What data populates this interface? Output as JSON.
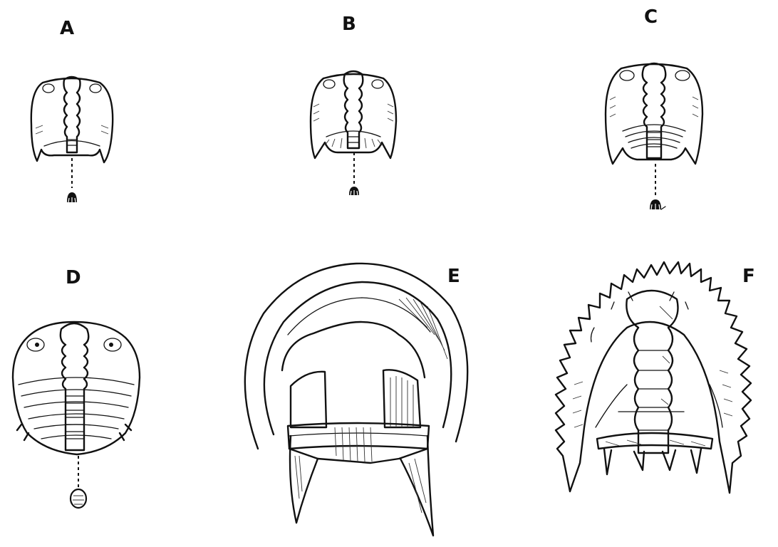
{
  "figures": [
    {
      "label": "A"
    },
    {
      "label": "B"
    },
    {
      "label": "C"
    },
    {
      "label": "D"
    },
    {
      "label": "E"
    },
    {
      "label": "F"
    }
  ]
}
